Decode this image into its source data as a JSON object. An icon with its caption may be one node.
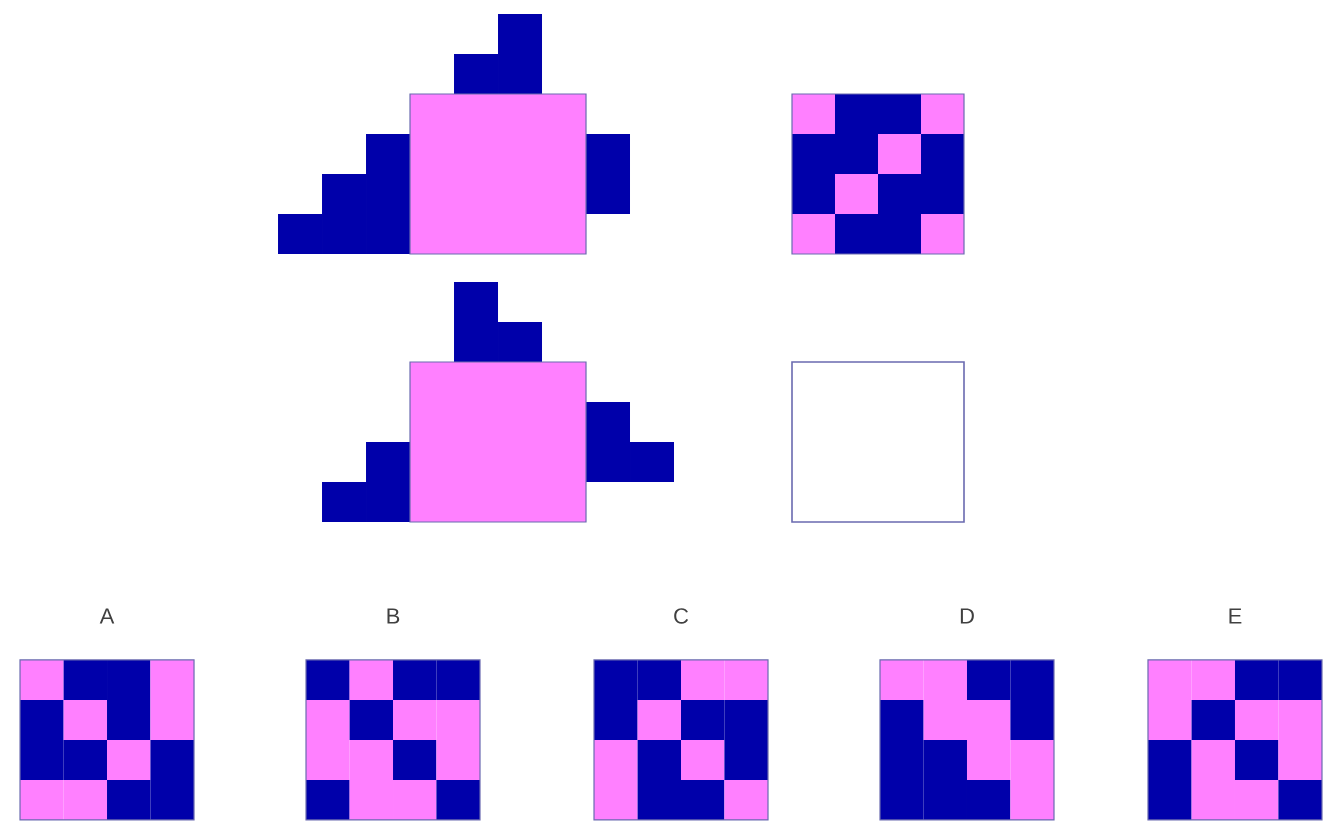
{
  "diagram": {
    "nodes": [
      {
        "text": [],
        "shape": "box"
      },
      {
        "text": [
          "A"
        ]
      },
      {
        "text": [
          "B"
        ]
      },
      {
        "text": [
          "C"
        ]
      },
      {
        "text": [
          "D"
        ]
      },
      {
        "text": [
          "E"
        ]
      }
    ]
  }
}
